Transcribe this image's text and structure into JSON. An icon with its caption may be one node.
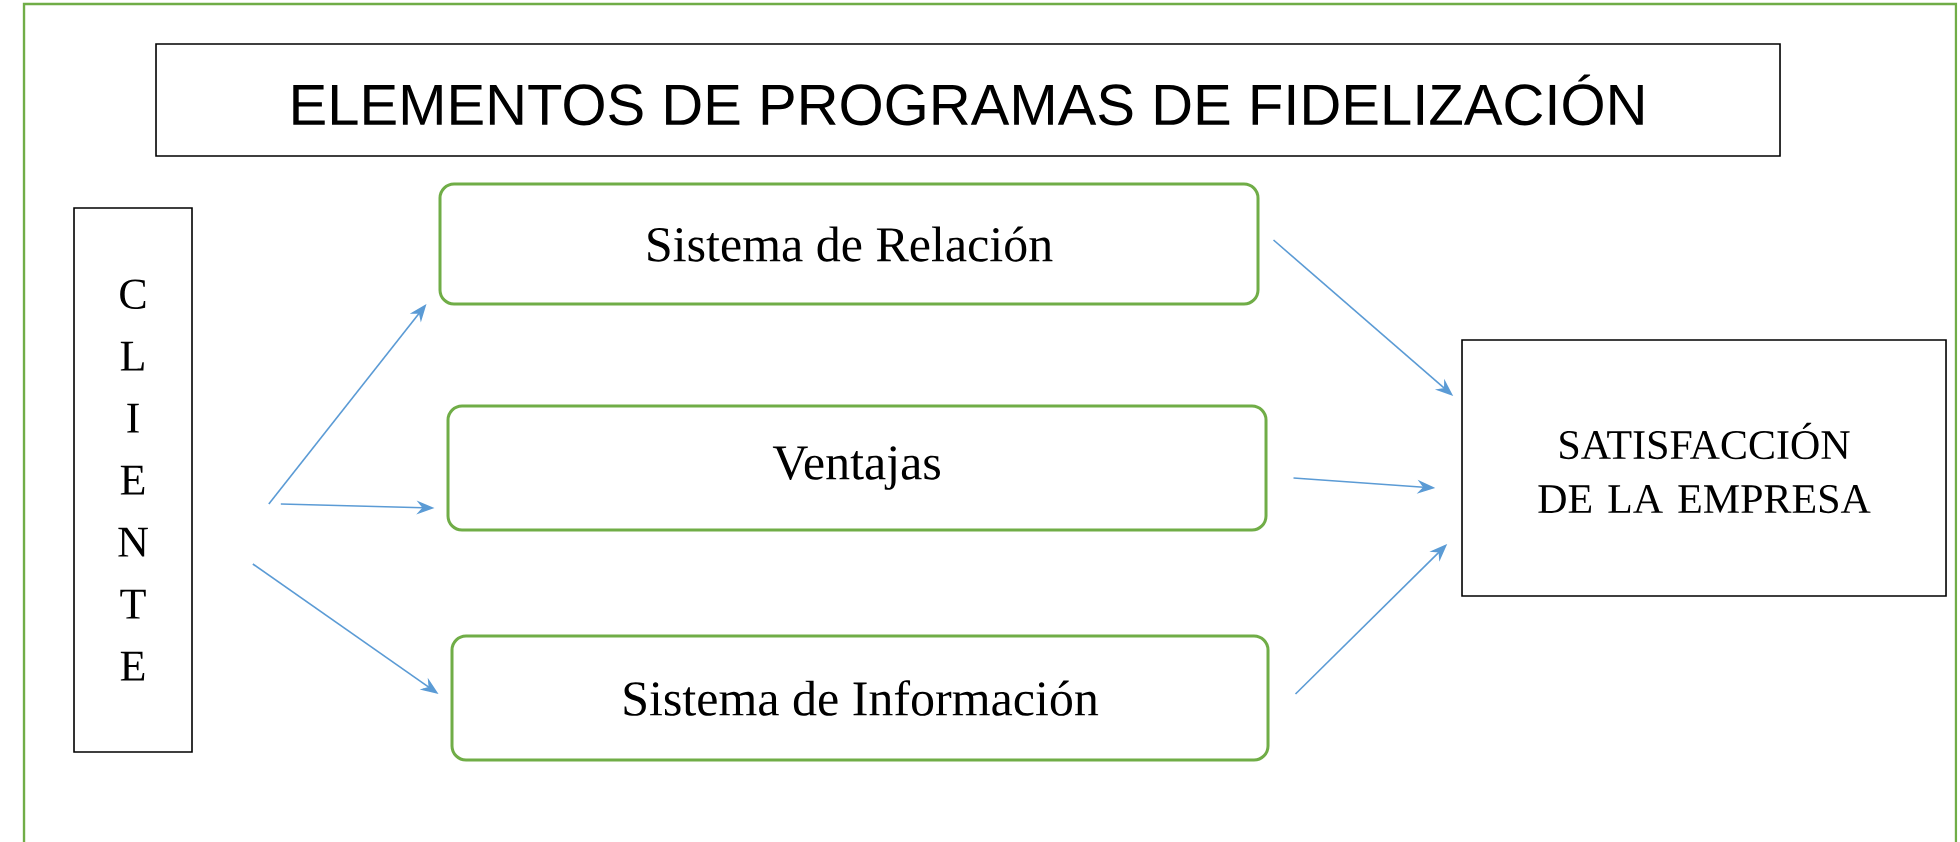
{
  "diagram": {
    "title": "ELEMENTOS DE PROGRAMAS DE FIDELIZACIÓN",
    "nodes": [
      {
        "text": [
          "CLIENTE"
        ]
      },
      {
        "text": [
          "Sistema de Relación"
        ]
      },
      {
        "text": [
          "Ventajas"
        ]
      },
      {
        "text": [
          "Sistema de Información"
        ]
      },
      {
        "text": [
          "SATISFACCIÓN DE LA EMPRESA"
        ]
      }
    ],
    "edges": [
      {
        "from": 0,
        "to": 1,
        "arrow": "to"
      },
      {
        "from": 0,
        "to": 2,
        "arrow": "to"
      },
      {
        "from": 0,
        "to": 3,
        "arrow": "to"
      },
      {
        "from": 1,
        "to": 4,
        "arrow": "to"
      },
      {
        "from": 2,
        "to": 4,
        "arrow": "to"
      },
      {
        "from": 3,
        "to": 4,
        "arrow": "to"
      }
    ]
  }
}
